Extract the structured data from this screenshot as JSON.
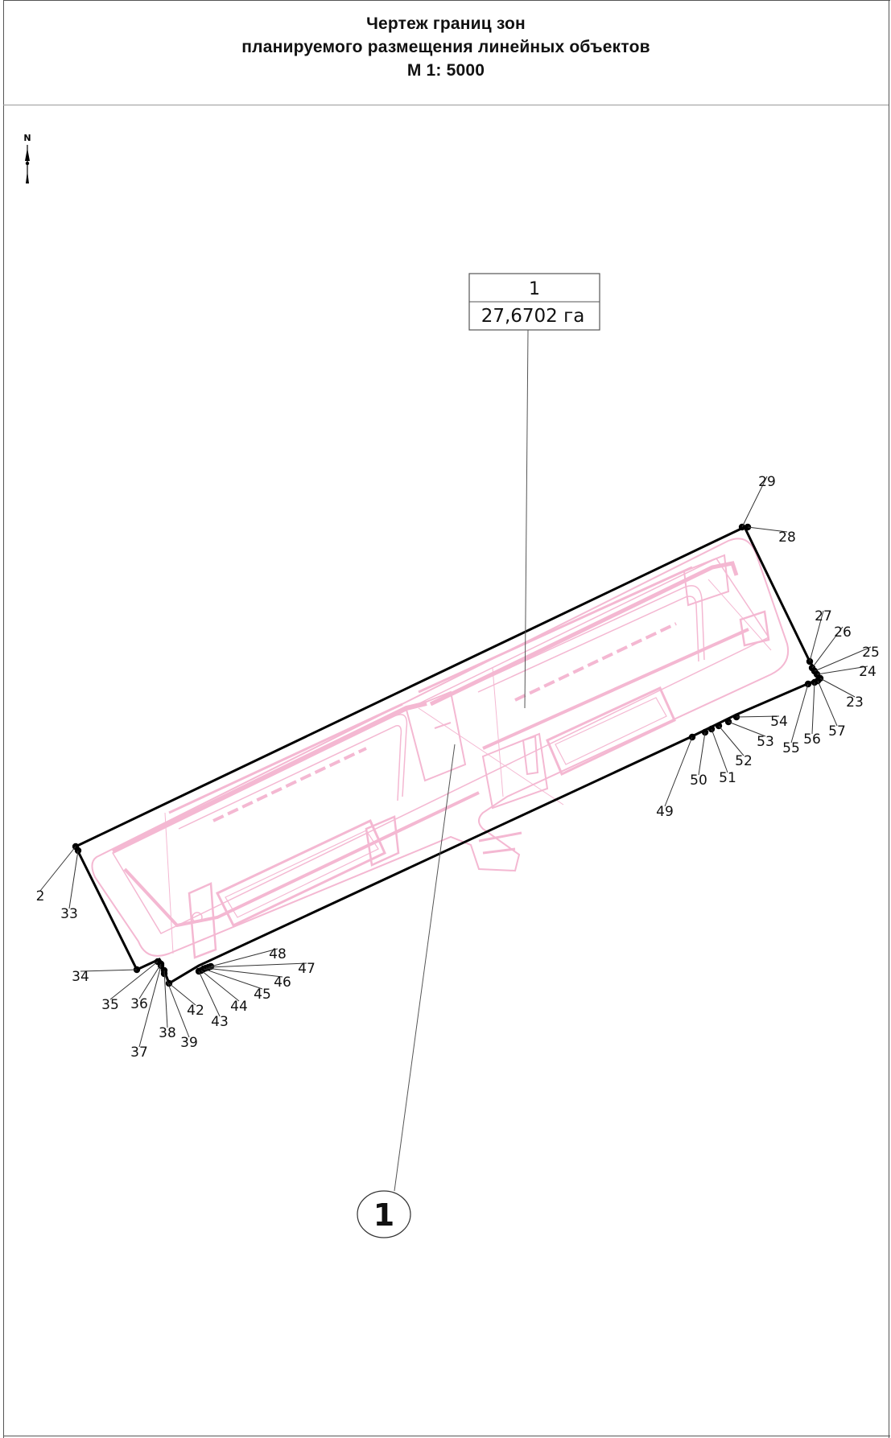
{
  "title": {
    "line1": "Чертеж границ зон",
    "line2": "планируемого размещения линейных объектов",
    "line3": "М 1: 5000"
  },
  "north_arrow": {
    "letter": "N"
  },
  "zone_label": {
    "number": "1",
    "area": "27,6702 га"
  },
  "callout": {
    "number": "1"
  },
  "points": [
    {
      "n": "23"
    },
    {
      "n": "24"
    },
    {
      "n": "25"
    },
    {
      "n": "26"
    },
    {
      "n": "27"
    },
    {
      "n": "28"
    },
    {
      "n": "29"
    },
    {
      "n": "2"
    },
    {
      "n": "33"
    },
    {
      "n": "34"
    },
    {
      "n": "35"
    },
    {
      "n": "36"
    },
    {
      "n": "37"
    },
    {
      "n": "38"
    },
    {
      "n": "39"
    },
    {
      "n": "42"
    },
    {
      "n": "43"
    },
    {
      "n": "44"
    },
    {
      "n": "45"
    },
    {
      "n": "46"
    },
    {
      "n": "47"
    },
    {
      "n": "48"
    },
    {
      "n": "49"
    },
    {
      "n": "50"
    },
    {
      "n": "51"
    },
    {
      "n": "52"
    },
    {
      "n": "53"
    },
    {
      "n": "54"
    },
    {
      "n": "55"
    },
    {
      "n": "56"
    },
    {
      "n": "57"
    }
  ],
  "colors": {
    "boundary": "#000000",
    "infrastructure": "#f4b8d2",
    "leader": "#555555"
  }
}
